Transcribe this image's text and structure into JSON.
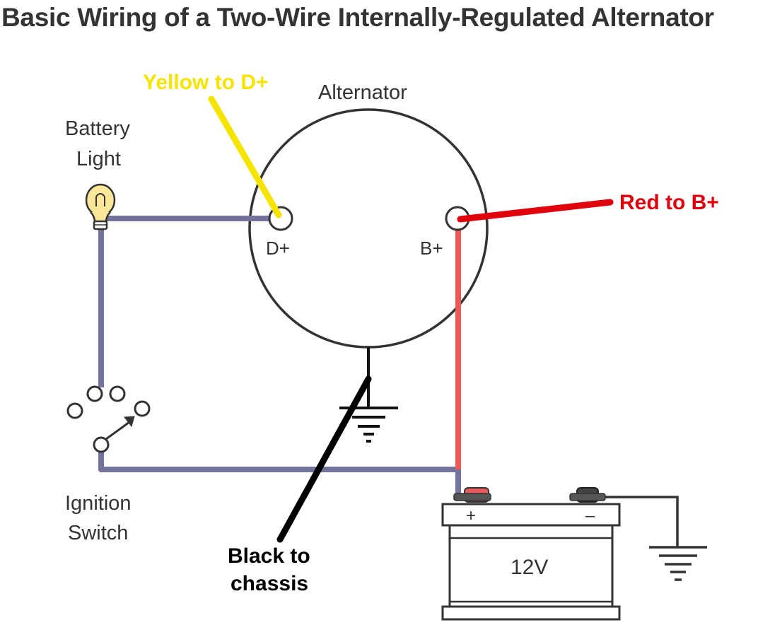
{
  "title": "Basic Wiring of a Two-Wire Internally-Regulated Alternator",
  "labels": {
    "alternator": "Alternator",
    "battery_light_line1": "Battery",
    "battery_light_line2": "Light",
    "d_plus": "D+",
    "b_plus": "B+",
    "yellow_callout": "Yellow to D+",
    "red_callout": "Red to B+",
    "ignition_line1": "Ignition",
    "ignition_line2": "Switch",
    "black_line1": "Black to",
    "black_line2": "chassis",
    "battery_voltage": "12V",
    "battery_plus": "+",
    "battery_minus": "–"
  },
  "colors": {
    "wire_purple": "#73739b",
    "wire_red": "#e95a5a",
    "callout_yellow": "#f5e400",
    "callout_red": "#e0000b",
    "wire_black": "#000000",
    "outline": "#333333",
    "bulb_glow": "#fbe79a"
  },
  "icons": {
    "battery_light": "light-bulb-icon",
    "ignition_switch": "switch-icon",
    "ground": "ground-icon",
    "battery": "battery-icon"
  }
}
